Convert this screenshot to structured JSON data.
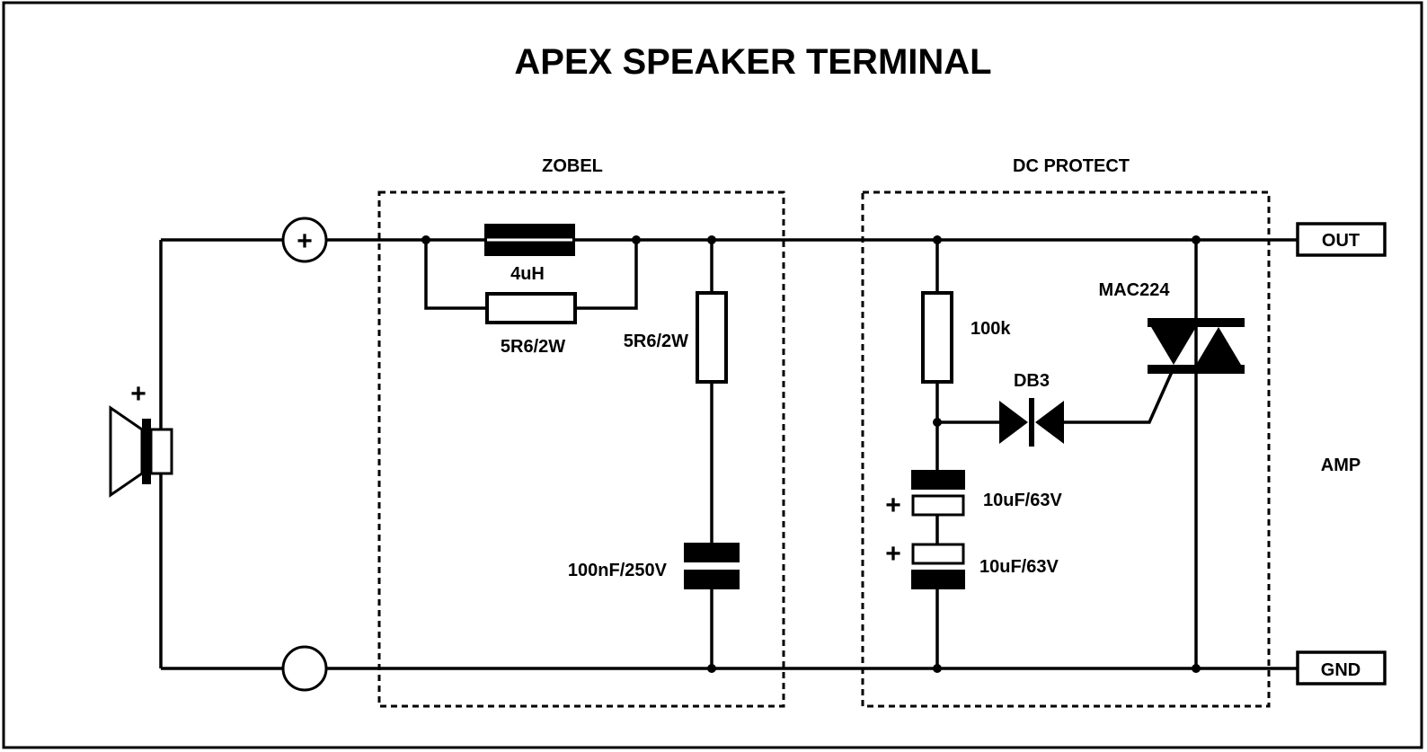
{
  "title": "APEX SPEAKER TERMINAL",
  "sections": {
    "zobel": "ZOBEL",
    "dc_protect": "DC PROTECT"
  },
  "terminals": {
    "out": "OUT",
    "gnd": "GND",
    "plus": "+"
  },
  "speaker": {
    "polarity": "+"
  },
  "components": {
    "inductor": "4uH",
    "resistor_parallel": "5R6/2W",
    "resistor_series": "5R6/2W",
    "capacitor_zobel": "100nF/250V",
    "resistor_sense": "100k",
    "diac": "DB3",
    "triac": "MAC224",
    "cap_upper": "10uF/63V",
    "cap_lower": "10uF/63V",
    "cap_upper_polarity": "+",
    "cap_lower_polarity": "+"
  },
  "side_label": "AMP"
}
